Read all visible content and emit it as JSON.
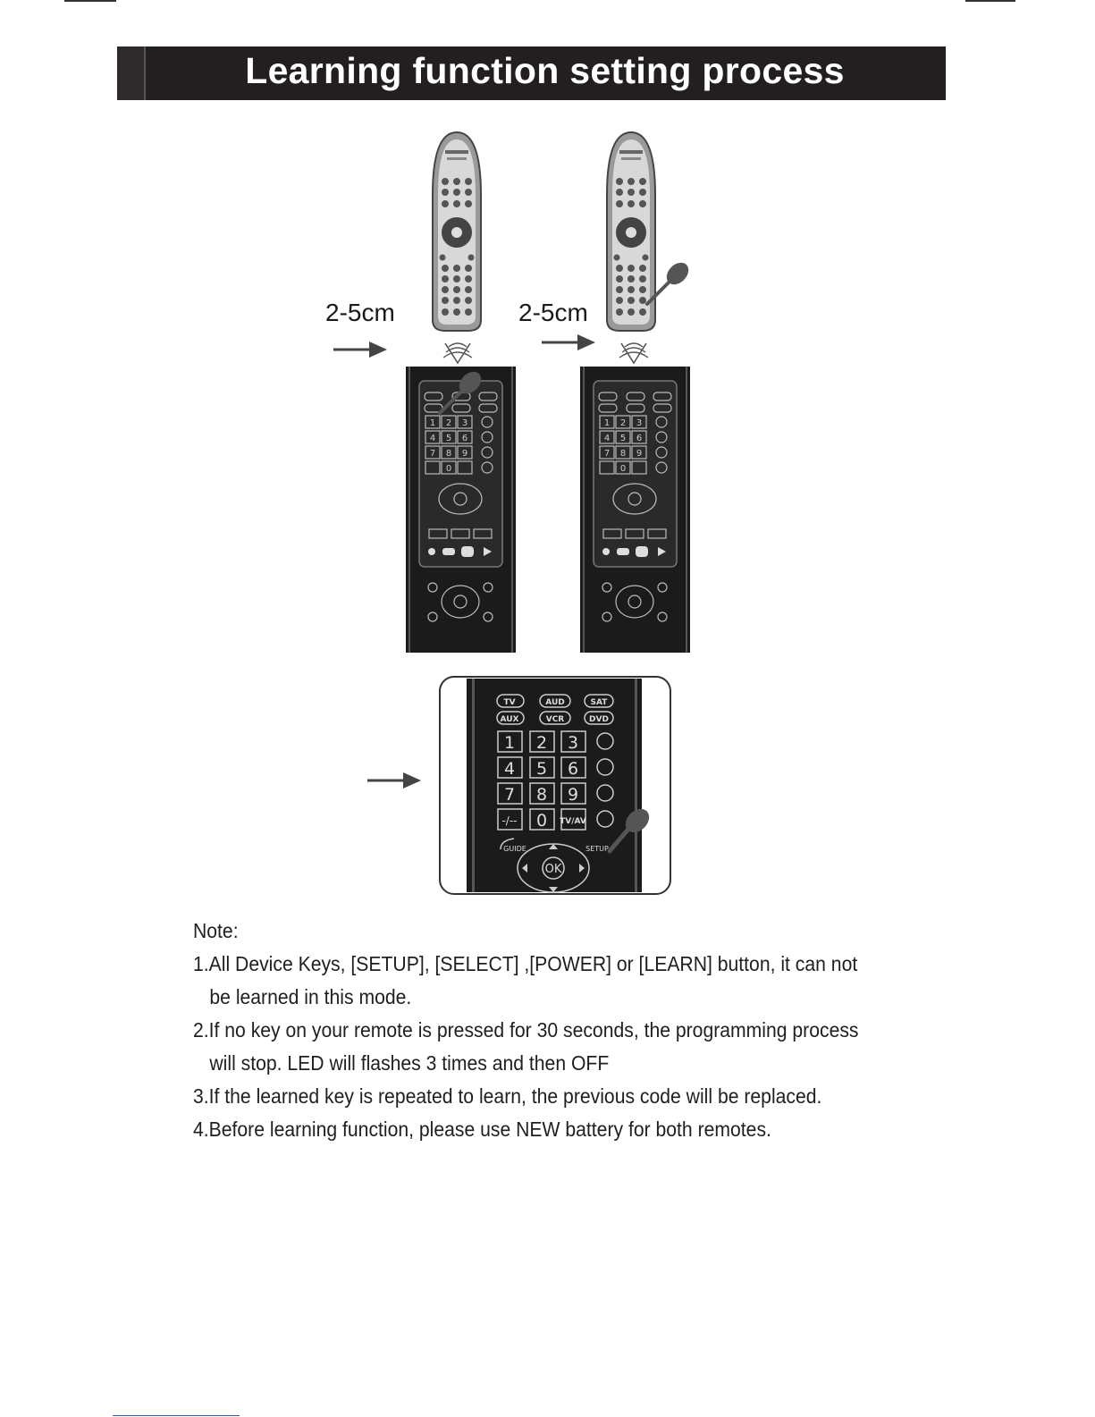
{
  "header": {
    "title": "Learning function setting process"
  },
  "illustration": {
    "distance_label_1": "2-5cm",
    "distance_label_2": "2-5cm",
    "learner_keys": {
      "row1": [
        "TV",
        "AUD",
        "SAT"
      ],
      "row2": [
        "AUX",
        "VCR",
        "DVD"
      ],
      "digits": [
        "1",
        "2",
        "3",
        "4",
        "5",
        "6",
        "7",
        "8",
        "9",
        "-/--",
        "0",
        "TV/AV"
      ],
      "nav": [
        "GUIDE",
        "SETUP",
        "OK"
      ]
    }
  },
  "notes": {
    "heading": "Note:",
    "items": [
      "1.All Device Keys, [SETUP], [SELECT] ,[POWER] or [LEARN] button, it can not be learned in this mode.",
      "2.If no key on your remote is pressed for 30 seconds, the programming process will stop. LED will flashes 3 times and then OFF",
      "3.If the learned key is repeated to learn, the previous code will be replaced.",
      "4.Before learning function, please use NEW battery for both remotes."
    ]
  }
}
